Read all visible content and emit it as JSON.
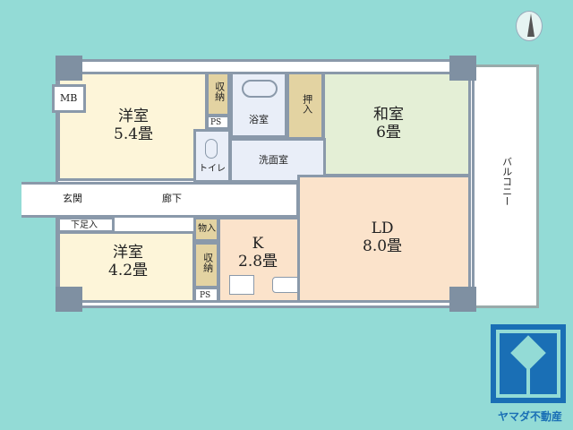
{
  "rooms": {
    "western1": {
      "name": "洋室",
      "size": "5.4畳"
    },
    "western2": {
      "name": "洋室",
      "size": "4.2畳"
    },
    "japanese": {
      "name": "和室",
      "size": "6畳"
    },
    "ld": {
      "name": "LD",
      "size": "8.0畳"
    },
    "kitchen": {
      "name": "K",
      "size": "2.8畳"
    },
    "bath": "浴室",
    "washroom": "洗面室",
    "toilet": "トイレ",
    "closet1": "収納",
    "closet2": "収納",
    "oshiire": "押入",
    "storage": "物入",
    "ps1": "PS",
    "ps2": "PS",
    "mb": "MB",
    "entrance": "玄関",
    "hallway": "廊下",
    "shoe": "下足入",
    "balcony": "バルコニー"
  },
  "logo": {
    "text": "ヤマダ不動産",
    "color": "#1a6fb5"
  },
  "colors": {
    "background": "#93dbd6",
    "wall": "#8a99aa"
  }
}
